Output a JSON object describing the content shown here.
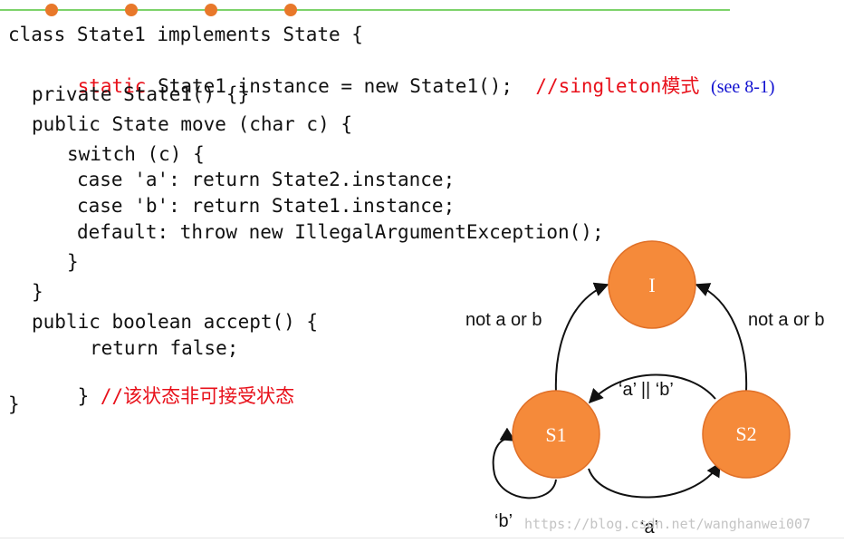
{
  "header": {
    "accent_line_color": "#7dd36a",
    "dot_color": "#e8782a"
  },
  "code": {
    "line1": "class State1 implements State {",
    "line2_keyword": "static",
    "line2_rest": " State1 instance = new State1();  ",
    "line2_comment": "//singleton模式",
    "line2_ref": "(see 8-1)",
    "line3": "private State1() {}",
    "line4": "public State move (char c) {",
    "line5": "switch (c) {",
    "line6": "case 'a': return State2.instance;",
    "line7": "case 'b': return State1.instance;",
    "line8": "default: throw new IllegalArgumentException();",
    "line9": "}",
    "line10": "}",
    "line11": "public boolean accept() {",
    "line12": "return false;",
    "line13_brace": "} ",
    "line13_comment": "//该状态非可接受状态",
    "line14": "}"
  },
  "diagram": {
    "node_color": "#f58a3a",
    "node_stroke": "#e07028",
    "nodes": {
      "i": "I",
      "s1": "S1",
      "s2": "S2"
    },
    "edges": {
      "s1_to_i": "not a or b",
      "s2_to_i": "not a or b",
      "s2_to_s1": "‘a’ || ‘b’",
      "s1_to_s1": "‘b’",
      "s1_to_s2": "‘a’"
    }
  },
  "watermark": "https://blog.csdn.net/wanghanwei007"
}
